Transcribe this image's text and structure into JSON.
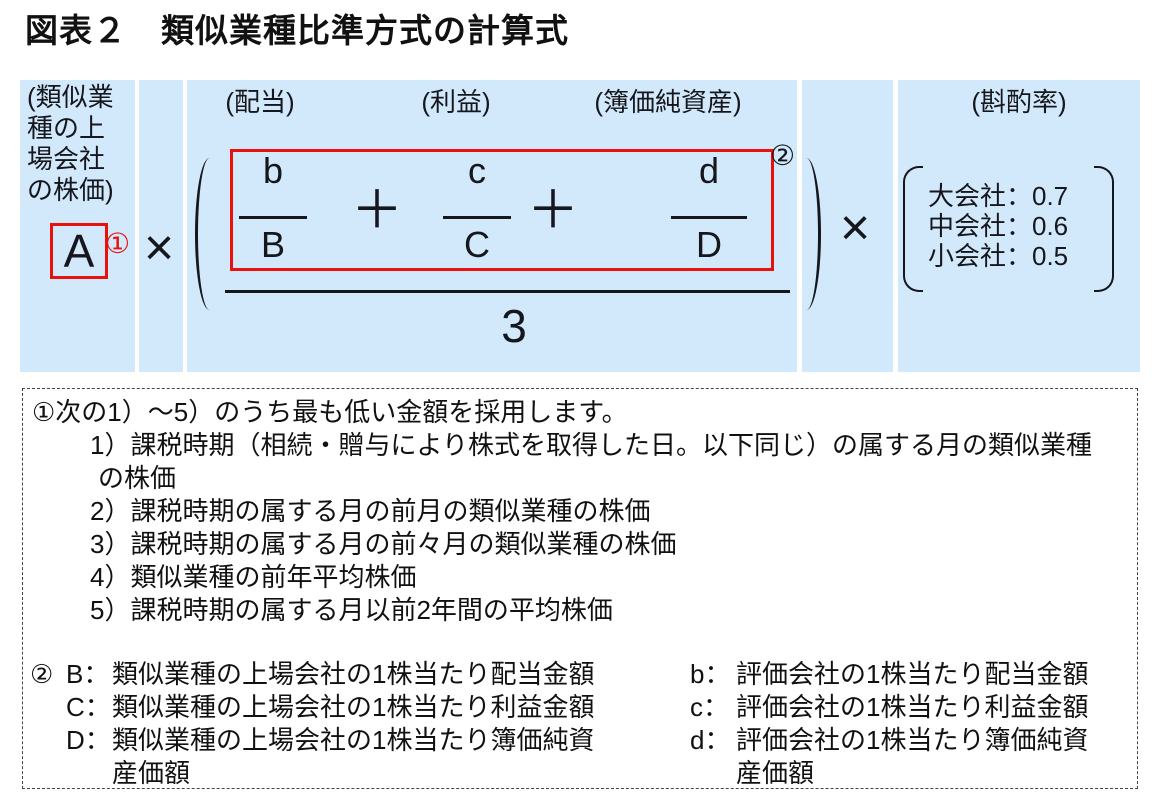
{
  "title": "図表２　類似業種比準方式の計算式",
  "formula": {
    "col1": {
      "label_lines": "(類似業\n種の上\n場会社\nの株価)",
      "variable": "A",
      "marker": "①"
    },
    "times1": "×",
    "col3": {
      "headers": {
        "dividend": "(配当)",
        "profit": "(利益)",
        "book_value": "(簿価純資産)"
      },
      "fractions": [
        {
          "num": "b",
          "den": "B"
        },
        {
          "num": "c",
          "den": "C"
        },
        {
          "num": "d",
          "den": "D"
        }
      ],
      "plus": "＋",
      "marker": "②",
      "denominator": "3"
    },
    "times2": "×",
    "col5": {
      "header": "(斟酌率)",
      "rates": [
        "大会社：0.7",
        "中会社：0.6",
        "小会社：0.5"
      ]
    }
  },
  "colors": {
    "panel_blue": "#d2e9fb",
    "highlight_red": "#e8120d",
    "ink": "#16161d"
  },
  "notes": {
    "note1": {
      "lines": [
        "①次の1）～5）のうち最も低い金額を採用します。",
        "1）課税時期（相続・贈与により株式を取得した日。以下同じ）の属する月の類似業種",
        "の株価",
        "2）課税時期の属する月の前月の類似業種の株価",
        "3）課税時期の属する月の前々月の類似業種の株価",
        "4）類似業種の前年平均株価",
        "5）課税時期の属する月以前2年間の平均株価"
      ]
    },
    "note2": {
      "marker": "②",
      "left": [
        {
          "label": "B：",
          "text": "類似業種の上場会社の1株当たり配当金額"
        },
        {
          "label": "C：",
          "text": "類似業種の上場会社の1株当たり利益金額"
        },
        {
          "label": "D：",
          "text": "類似業種の上場会社の1株当たり簿価純資\n産価額"
        }
      ],
      "right": [
        {
          "label": "b：",
          "text": "評価会社の1株当たり配当金額"
        },
        {
          "label": "c：",
          "text": "評価会社の1株当たり利益金額"
        },
        {
          "label": "d：",
          "text": "評価会社の1株当たり簿価純資\n産価額"
        }
      ]
    }
  }
}
